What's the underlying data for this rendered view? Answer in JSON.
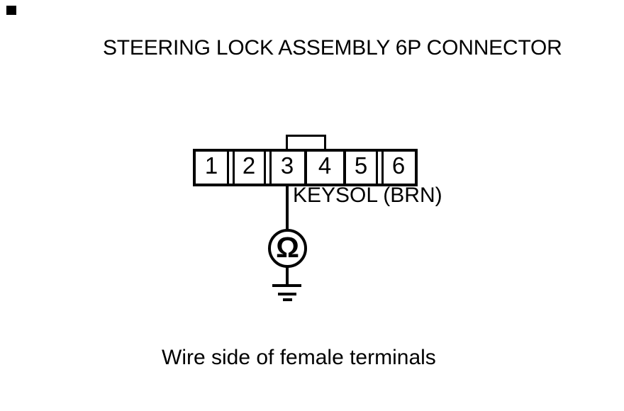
{
  "title": "STEERING LOCK ASSEMBLY 6P CONNECTOR",
  "connector": {
    "pins": [
      "1",
      "2",
      "3",
      "4",
      "5",
      "6"
    ],
    "wire_label": "KEYSOL (BRN)"
  },
  "meter": {
    "symbol": "Ω"
  },
  "caption": "Wire side of female terminals",
  "colors": {
    "ink": "#000000",
    "paper": "#ffffff"
  }
}
